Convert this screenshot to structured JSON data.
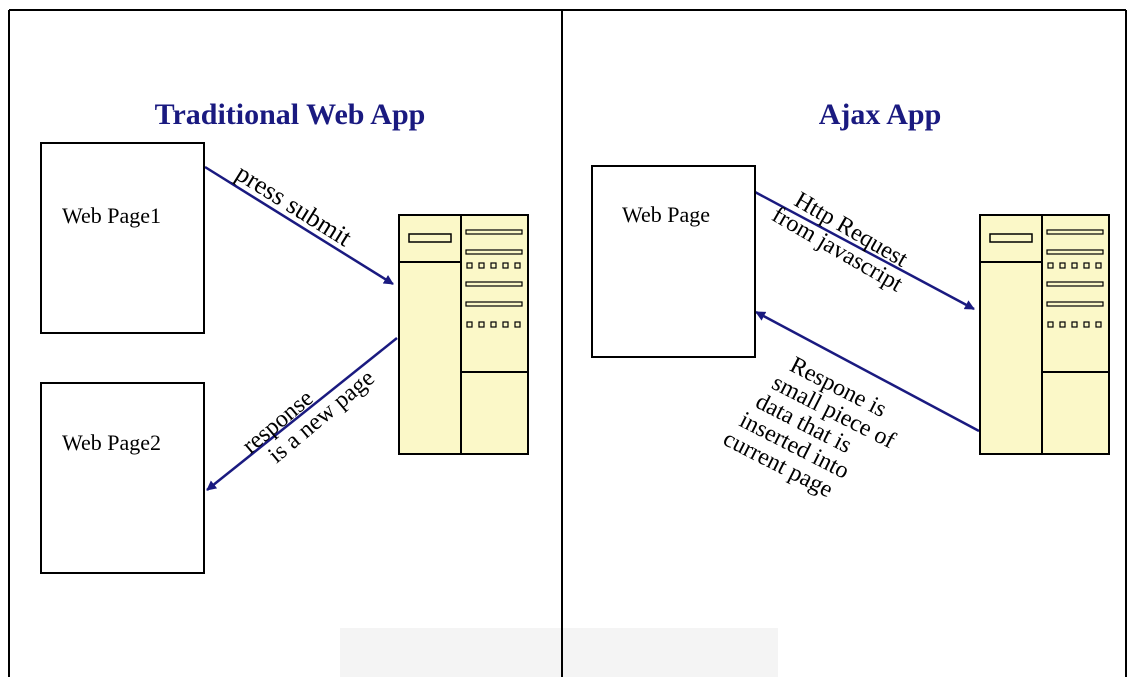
{
  "colors": {
    "title": "#1a1a80",
    "arrow": "#1a1a80",
    "server_fill": "#fbf8c8",
    "line": "#000000"
  },
  "left": {
    "title": "Traditional Web App",
    "page1_label": "Web Page1",
    "page2_label": "Web Page2",
    "request_label": "press submit",
    "response_line1": "response",
    "response_line2": "is a new page"
  },
  "right": {
    "title": "Ajax App",
    "page_label": "Web Page",
    "request_line1": "Http Request",
    "request_line2": "from javascript",
    "response_lines": [
      "Respone is",
      "small piece of",
      "data that is",
      "inserted into",
      "current page"
    ]
  },
  "icons": [
    "server-icon-left",
    "server-icon-right"
  ]
}
